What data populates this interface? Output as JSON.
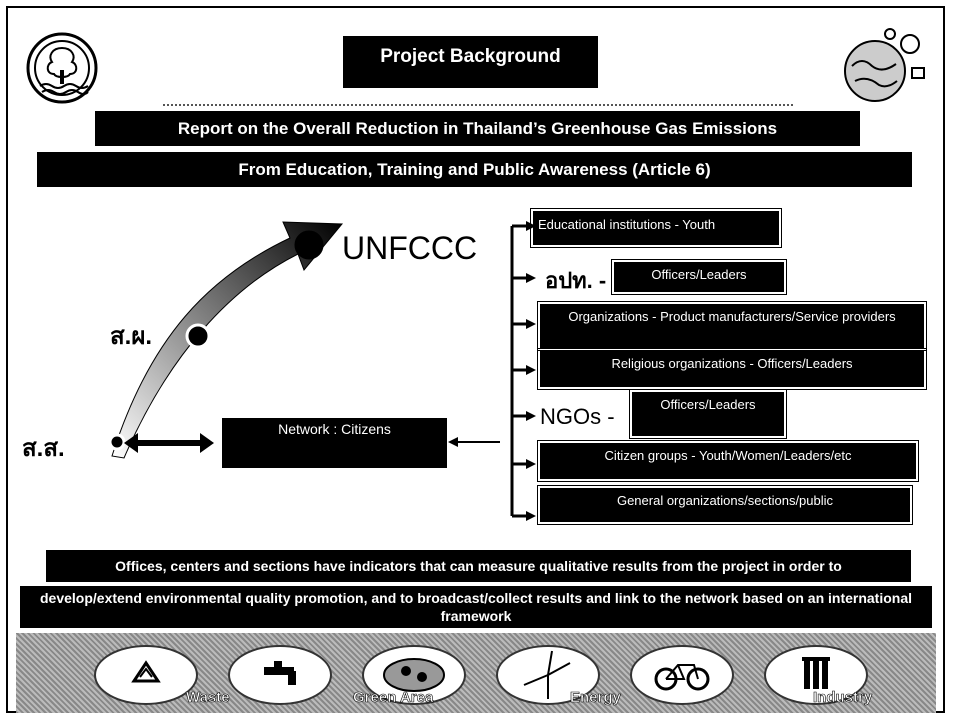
{
  "title": "Project Background",
  "heading1": "Report on the Overall Reduction in Thailand’s Greenhouse Gas Emissions",
  "heading2": "From Education, Training and Public Awareness (Article 6)",
  "arrow_labels": {
    "top": "UNFCCC",
    "middle": "ส.ผ.",
    "bottom": "ส.ส."
  },
  "network_box": "Network : Citizens",
  "list": {
    "item0": "Educational institutions - Youth",
    "item1_prefix": "อปท. -",
    "item1": "Officers/Leaders",
    "item2": "Organizations - Product manufacturers/Service providers",
    "item3": "Religious organizations - Officers/Leaders",
    "item4_prefix": "NGOs -",
    "item4": "Officers/Leaders",
    "item5": "Citizen groups - Youth/Women/Leaders/etc",
    "item6": "General organizations/sections/public"
  },
  "bottom_text1": "Offices, centers and sections have indicators that can measure qualitative results from the project in order to",
  "bottom_text2": "develop/extend environmental quality promotion, and to broadcast/collect results and link to the network based on an international framework",
  "band_labels": {
    "waste": "Waste",
    "green": "Green Area",
    "energy": "Energy",
    "industry": "Industry"
  },
  "colors": {
    "box": "#000000",
    "text": "#ffffff",
    "band": "#999999"
  },
  "icons": [
    "recycle-icon",
    "faucet-icon",
    "park-icon",
    "wind-turbine-icon",
    "bicycle-icon",
    "factory-icon"
  ]
}
